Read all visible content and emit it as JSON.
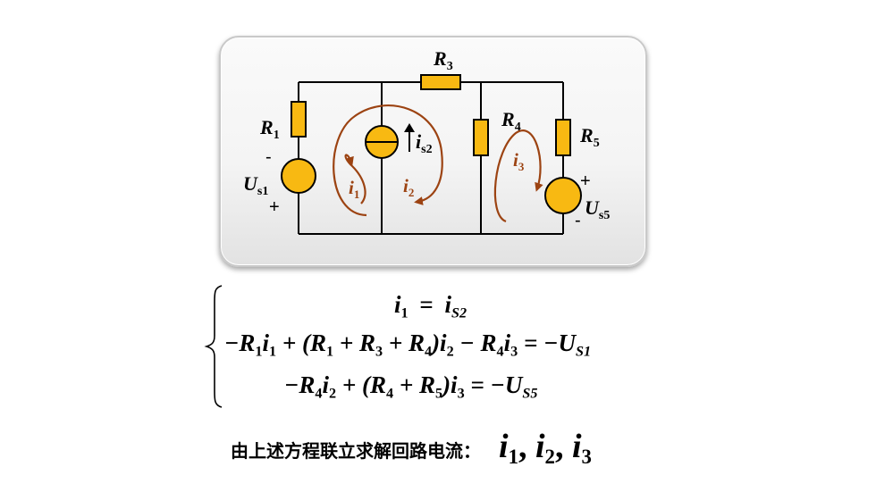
{
  "circuit": {
    "labels": {
      "R1": {
        "main": "R",
        "sub": "1"
      },
      "R3": {
        "main": "R",
        "sub": "3"
      },
      "R4": {
        "main": "R",
        "sub": "4"
      },
      "R5": {
        "main": "R",
        "sub": "5"
      },
      "is2": {
        "main": "i",
        "sub": "s2"
      },
      "Us1": {
        "main": "U",
        "sub": "s1"
      },
      "Us5": {
        "main": "U",
        "sub": "s5"
      },
      "i1": {
        "main": "i",
        "sub": "1"
      },
      "i2": {
        "main": "i",
        "sub": "2"
      },
      "i3": {
        "main": "i",
        "sub": "3"
      }
    },
    "polarity": {
      "us1_top": "-",
      "us1_bottom": "+",
      "us5_top": "+",
      "us5_bottom": "-"
    },
    "colors": {
      "component_fill": "#f8b912",
      "loop_arrow": "#9c4312",
      "panel_bg": "#f5f5f5",
      "wire": "#000000"
    }
  },
  "equations": {
    "line1": {
      "lhs_var": "i",
      "lhs_sub": "1",
      "eq": "=",
      "rhs_var": "i",
      "rhs_sub": "S2"
    },
    "line2": {
      "t1": "−R",
      "t1s": "1",
      "t2": "i",
      "t2s": "1",
      "t3": " + (R",
      "t3s": "1",
      "t4": " + R",
      "t4s": "3",
      "t5": " + R",
      "t5s": "4",
      "t6": ")i",
      "t6s": "2",
      "t7": " − R",
      "t7s": "4",
      "t8": "i",
      "t8s": "3",
      "t9": " = −U",
      "t9s": "S1"
    },
    "line3": {
      "t1": "−R",
      "t1s": "4",
      "t2": "i",
      "t2s": "2",
      "t3": " + (R",
      "t3s": "4",
      "t4": " + R",
      "t4s": "5",
      "t5": ")i",
      "t5s": "3",
      "t6": " = −U",
      "t6s": "S5"
    }
  },
  "summary": {
    "text": "由上述方程联立求解回路电流：",
    "v1": "i",
    "v1s": "1",
    "c1": ",",
    "v2": "i",
    "v2s": "2",
    "c2": ",",
    "v3": "i",
    "v3s": "3"
  }
}
